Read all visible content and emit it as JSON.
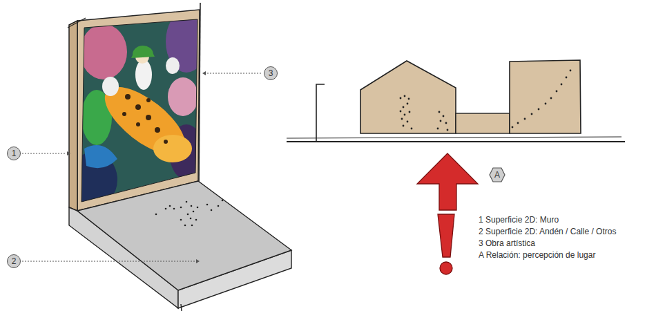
{
  "diagram": {
    "nodes": [
      {
        "text": [
          "1"
        ]
      },
      {
        "text": [
          "2"
        ]
      },
      {
        "text": [
          "3"
        ]
      },
      {
        "text": [
          "A"
        ]
      }
    ],
    "labels": [
      "1 Superficie 2D: Muro",
      "2 Superficie 2D: Andén / Calle / Otros",
      "3 Obra artística",
      "A Relación: percepción de lugar"
    ]
  }
}
